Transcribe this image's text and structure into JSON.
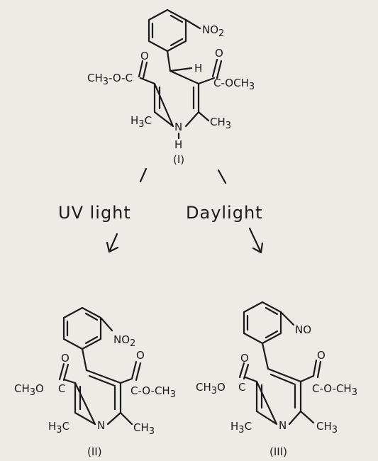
{
  "compound_I": {
    "label": "(I)",
    "no2": "NO",
    "no2_sub": "2",
    "h": "H",
    "ester_left": "CH",
    "ester_left_sub": "3",
    "ester_left_rest": "-O-C",
    "o_left": "O",
    "o_right": "O",
    "ester_right": "C-OCH",
    "ester_right_sub": "3",
    "h3c_prefix": "H",
    "h3c_sub": "3",
    "h3c_suffix": "C",
    "ch3": "CH",
    "ch3_sub": "3",
    "n": "N",
    "nh": "H"
  },
  "conditions": {
    "uv": "UV light",
    "daylight": "Daylight"
  },
  "compound_II": {
    "label": "(II)",
    "no2": "NO",
    "no2_sub": "2",
    "ester_left": "CH",
    "ester_left_sub": "3",
    "ester_left_rest": "O",
    "ester_c": "C",
    "o_left": "O",
    "o_right": "O",
    "ester_right": "C-O-CH",
    "ester_right_sub": "3",
    "h3c_prefix": "H",
    "h3c_sub": "3",
    "h3c_suffix": "C",
    "ch3": "CH",
    "ch3_sub": "3",
    "n": "N"
  },
  "compound_III": {
    "label": "(III)",
    "no": "NO",
    "ester_left": "CH",
    "ester_left_sub": "3",
    "ester_left_rest": "O",
    "ester_c": "C",
    "o_left": "O",
    "o_right": "O",
    "ester_right": "C-O-CH",
    "ester_right_sub": "3",
    "h3c_prefix": "H",
    "h3c_sub": "3",
    "h3c_suffix": "C",
    "ch3": "CH",
    "ch3_sub": "3",
    "n": "N"
  }
}
